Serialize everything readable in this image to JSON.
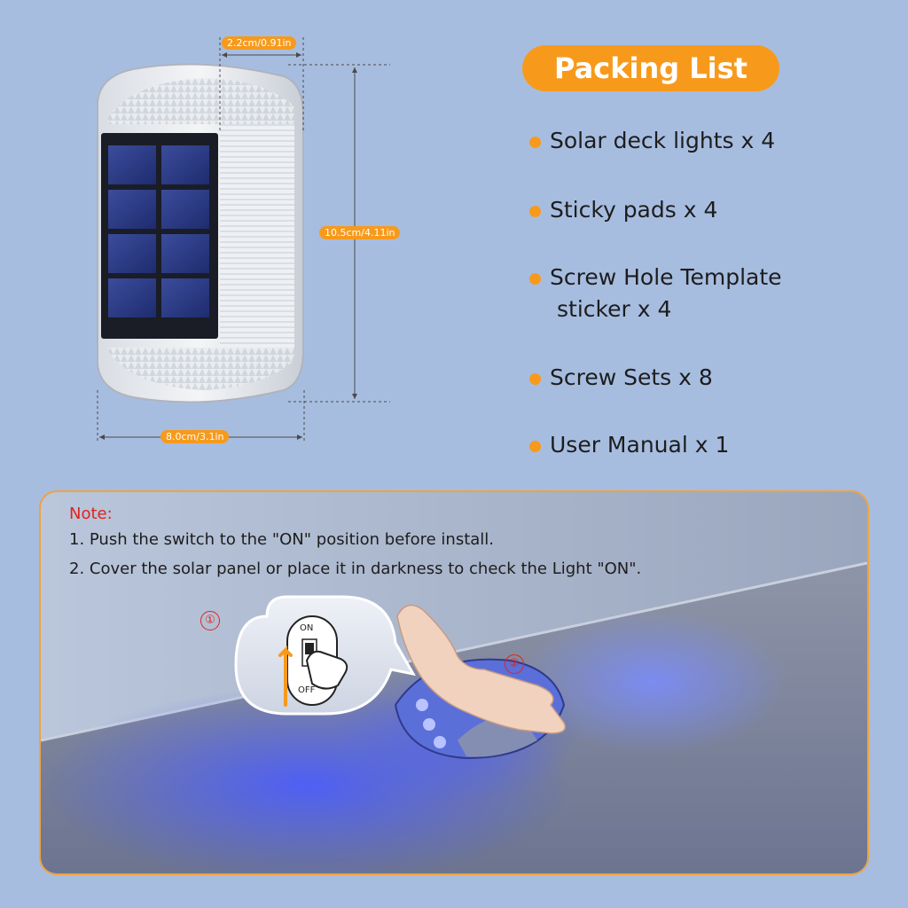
{
  "product": {
    "width_top": "2.2cm/0.91in",
    "height": "10.5cm/4.11in",
    "width_bottom": "8.0cm/3.1in"
  },
  "packing": {
    "title": "Packing List",
    "items": [
      {
        "text": "Solar deck lights x 4"
      },
      {
        "text": "Sticky pads x 4"
      },
      {
        "text": "Screw Hole Template",
        "text2": "sticker x 4"
      },
      {
        "text": "Screw Sets x 8"
      },
      {
        "text": "User Manual x 1"
      }
    ]
  },
  "note": {
    "label": "Note:",
    "line1": "1. Push the switch to the \"ON\" position before install.",
    "line2": "2. Cover the solar panel or place it in darkness to check the Light \"ON\".",
    "step1": "①",
    "step2": "②",
    "switch_on": "ON",
    "switch_off": "OFF"
  },
  "colors": {
    "background": "#a7bde0",
    "accent": "#f79a1c",
    "note_red": "#e2231a",
    "led_blue": "#4a5cff"
  }
}
